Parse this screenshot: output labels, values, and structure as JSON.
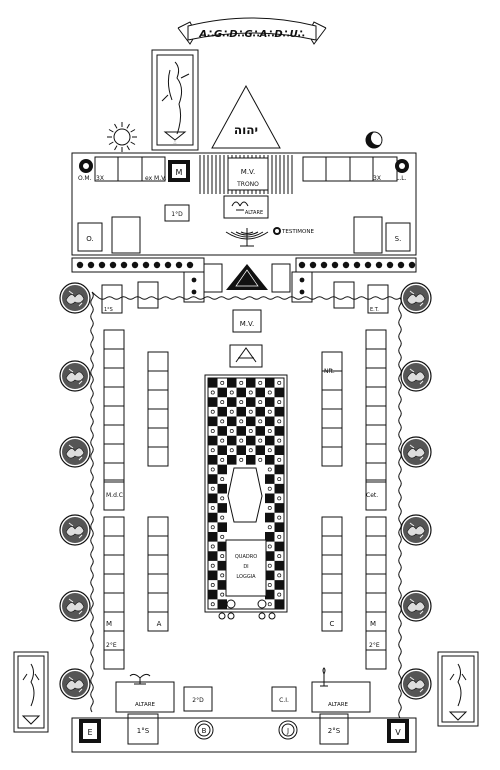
{
  "banner": {
    "text": "A∴G∴D∴G∴A∴D∴U∴"
  },
  "triangle": {
    "text": "יהוה"
  },
  "east": {
    "left_marks": [
      "O.M.",
      "3X",
      "ex M.V."
    ],
    "right_marks": [
      "3X",
      "L.L."
    ],
    "chair_m": "M",
    "throne_abbr": "M.V.",
    "throne": "TRONO",
    "altar": "ALTARE",
    "second_deacon": "1°D",
    "testimone": "TESTIMONE",
    "orator": "O.",
    "secretary": "S."
  },
  "temple": {
    "mv_seat": "M.V.",
    "left_top": "1°S",
    "right_top": "E.T.",
    "left_mid": "M.d.C.",
    "right_mid": "Cet.",
    "right_upper": "Nft.",
    "tracing_board": [
      "QUADRO",
      "DI",
      "LOGGIA"
    ],
    "col_a": "A",
    "col_c": "C",
    "left_m": "M",
    "right_m": "M",
    "left_2e": "2°E",
    "right_2e": "2°E"
  },
  "west": {
    "left_altar": "ALTARE",
    "right_altar": "ALTARE",
    "first_warden": "1°S",
    "second_deacon": "2°D",
    "copritore": "C.I.",
    "second_warden": "2°S",
    "pillar_b": "B",
    "pillar_j": "J",
    "corner_e": "E",
    "corner_v": "V"
  }
}
